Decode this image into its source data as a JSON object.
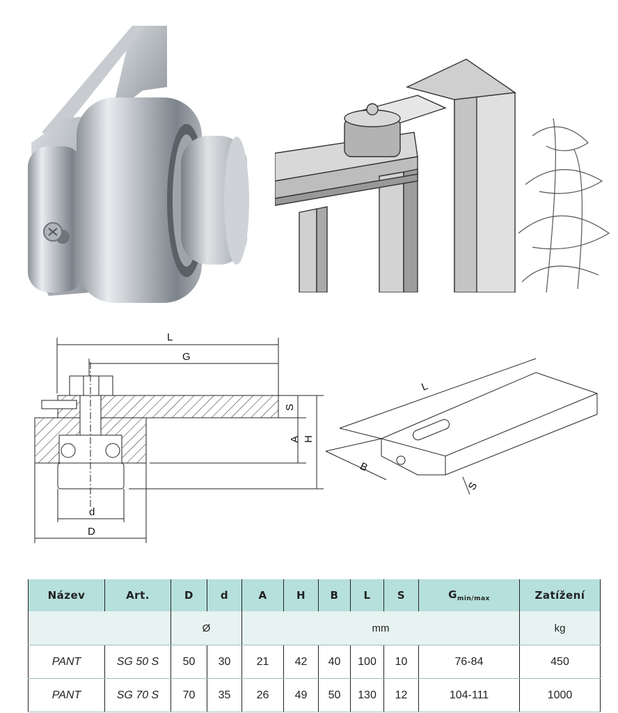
{
  "labels": {
    "L": "L",
    "G": "G",
    "S": "S",
    "A": "A",
    "H": "H",
    "d": "d",
    "D": "D",
    "B": "B"
  },
  "table": {
    "headers": {
      "nazev": "Název",
      "art": "Art.",
      "D": "D",
      "d": "d",
      "A": "A",
      "H": "H",
      "B": "B",
      "L": "L",
      "S": "S",
      "G": "G",
      "G_sub": "min/max",
      "zatizeni": "Zatížení"
    },
    "units": {
      "diameter": "Ø",
      "mm": "mm",
      "kg": "kg"
    },
    "rows": [
      {
        "nazev": "PANT",
        "art": "SG 50 S",
        "D": "50",
        "d": "30",
        "A": "21",
        "H": "42",
        "B": "40",
        "L": "100",
        "S": "10",
        "G": "76-84",
        "zatizeni": "450"
      },
      {
        "nazev": "PANT",
        "art": "SG 70 S",
        "D": "70",
        "d": "35",
        "A": "26",
        "H": "49",
        "B": "50",
        "L": "130",
        "S": "12",
        "G": "104-111",
        "zatizeni": "1000"
      }
    ]
  }
}
